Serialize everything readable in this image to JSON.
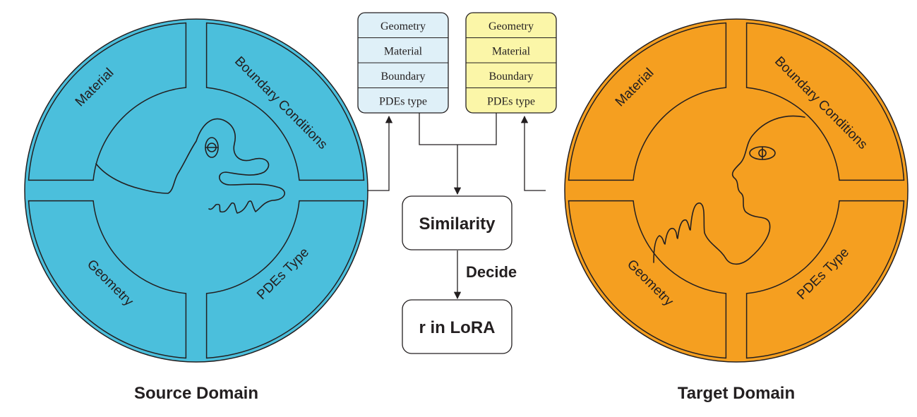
{
  "source": {
    "title": "Source Domain",
    "fill": "#4bbfdc",
    "sectors": {
      "top_left": "Material",
      "top_right": "Boundary Conditions",
      "bottom_left": "Geometry",
      "bottom_right": "PDEs Type"
    },
    "attributes": [
      "Geometry",
      "Material",
      "Boundary",
      "PDEs type"
    ],
    "attribute_fill": "#dff0f8"
  },
  "target": {
    "title": "Target Domain",
    "fill": "#f59f20",
    "sectors": {
      "top_left": "Material",
      "top_right": "Boundary Conditions",
      "bottom_left": "Geometry",
      "bottom_right": "PDEs Type"
    },
    "attributes": [
      "Geometry",
      "Material",
      "Boundary",
      "PDEs type"
    ],
    "attribute_fill": "#fbf6a8"
  },
  "process": {
    "similarity": "Similarity",
    "decide": "Decide",
    "result": "r in LoRA"
  }
}
